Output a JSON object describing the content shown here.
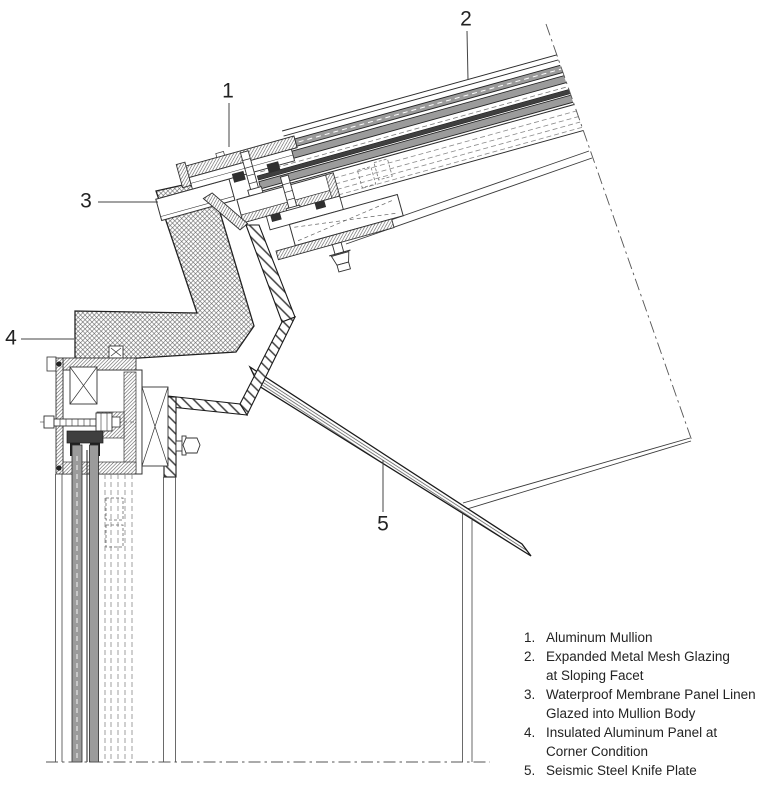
{
  "page": {
    "type": "architectural-detail-section",
    "background": "#ffffff"
  },
  "callouts": [
    {
      "label": "1"
    },
    {
      "label": "2"
    },
    {
      "label": "3"
    },
    {
      "label": "4"
    },
    {
      "label": "5"
    }
  ],
  "legend": {
    "rows": [
      {
        "num": "1.",
        "text": "Aluminum Mullion"
      },
      {
        "num": "2.",
        "text": "Expanded Metal Mesh Glazing"
      },
      {
        "num": "",
        "text": "at Sloping Facet"
      },
      {
        "num": "3.",
        "text": "Waterproof Membrane Panel Linen"
      },
      {
        "num": "",
        "text": "Glazed into Mullion Body"
      },
      {
        "num": "4.",
        "text": "Insulated Aluminum Panel at"
      },
      {
        "num": "",
        "text": "Corner Condition"
      },
      {
        "num": "5.",
        "text": "Seismic Steel Knife Plate"
      }
    ]
  },
  "colors": {
    "line": "#222222",
    "glass_gray": "#9b9b9b",
    "glass_dark": "#3f3f3f",
    "hatch_line": "#444444",
    "centerline": "#555555",
    "text": "#232323"
  }
}
